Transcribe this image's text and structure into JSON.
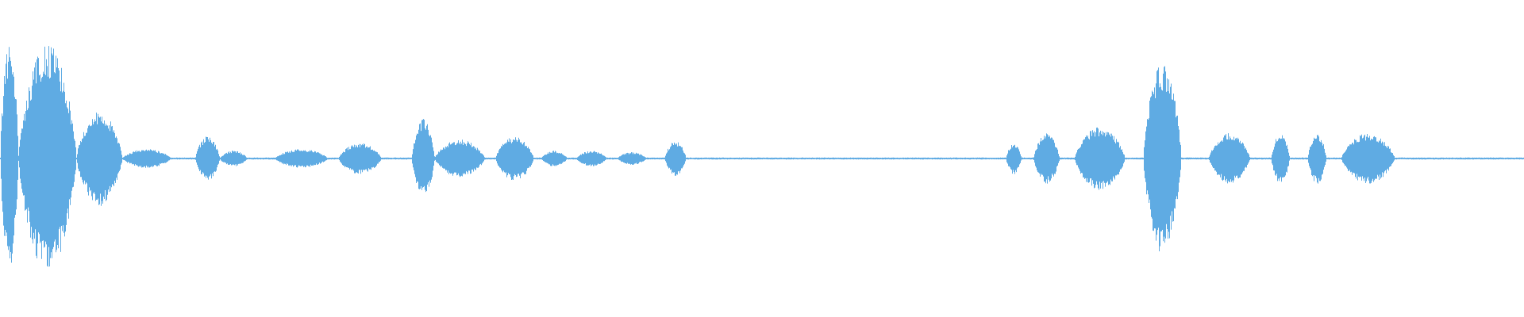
{
  "waveform": {
    "color": "#5fabe3",
    "background": "#ffffff",
    "baseline_amplitude": 0.006,
    "bursts": [
      {
        "start": 0.0,
        "end": 0.012,
        "peak": 0.72
      },
      {
        "start": 0.012,
        "end": 0.05,
        "peak": 0.72
      },
      {
        "start": 0.05,
        "end": 0.08,
        "peak": 0.3
      },
      {
        "start": 0.08,
        "end": 0.112,
        "peak": 0.06
      },
      {
        "start": 0.128,
        "end": 0.144,
        "peak": 0.14
      },
      {
        "start": 0.144,
        "end": 0.162,
        "peak": 0.05
      },
      {
        "start": 0.18,
        "end": 0.215,
        "peak": 0.06
      },
      {
        "start": 0.222,
        "end": 0.25,
        "peak": 0.1
      },
      {
        "start": 0.27,
        "end": 0.285,
        "peak": 0.25
      },
      {
        "start": 0.285,
        "end": 0.318,
        "peak": 0.12
      },
      {
        "start": 0.325,
        "end": 0.35,
        "peak": 0.14
      },
      {
        "start": 0.355,
        "end": 0.372,
        "peak": 0.05
      },
      {
        "start": 0.378,
        "end": 0.398,
        "peak": 0.05
      },
      {
        "start": 0.405,
        "end": 0.424,
        "peak": 0.04
      },
      {
        "start": 0.436,
        "end": 0.45,
        "peak": 0.11
      },
      {
        "start": 0.66,
        "end": 0.67,
        "peak": 0.1
      },
      {
        "start": 0.678,
        "end": 0.695,
        "peak": 0.16
      },
      {
        "start": 0.705,
        "end": 0.738,
        "peak": 0.2
      },
      {
        "start": 0.75,
        "end": 0.775,
        "peak": 0.6
      },
      {
        "start": 0.793,
        "end": 0.82,
        "peak": 0.16
      },
      {
        "start": 0.834,
        "end": 0.846,
        "peak": 0.16
      },
      {
        "start": 0.858,
        "end": 0.87,
        "peak": 0.16
      },
      {
        "start": 0.88,
        "end": 0.915,
        "peak": 0.16
      }
    ]
  }
}
